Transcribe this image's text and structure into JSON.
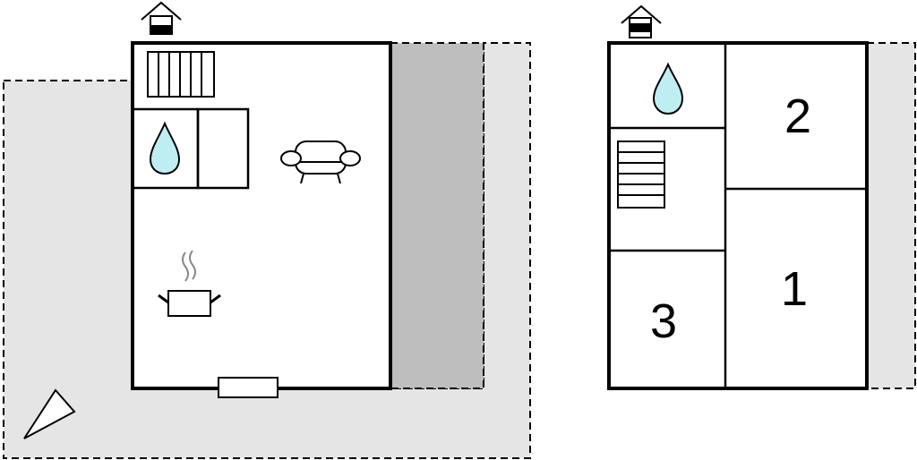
{
  "colors": {
    "wall": "#000000",
    "terrace": "#e5e5e5",
    "covered_terrace": "#bebebe",
    "water": "#bfeef2",
    "background": "#ffffff"
  },
  "ground_floor": {
    "icons": [
      "house-entrance-icon",
      "stairs-icon",
      "water-drop-icon",
      "sofa-icon",
      "cooking-pot-icon",
      "window-icon",
      "north-arrow-icon"
    ]
  },
  "upper_floor": {
    "icons": [
      "house-entrance-icon",
      "water-drop-icon",
      "stairs-icon"
    ],
    "rooms": [
      {
        "label": "2"
      },
      {
        "label": "1"
      },
      {
        "label": "3"
      }
    ]
  }
}
